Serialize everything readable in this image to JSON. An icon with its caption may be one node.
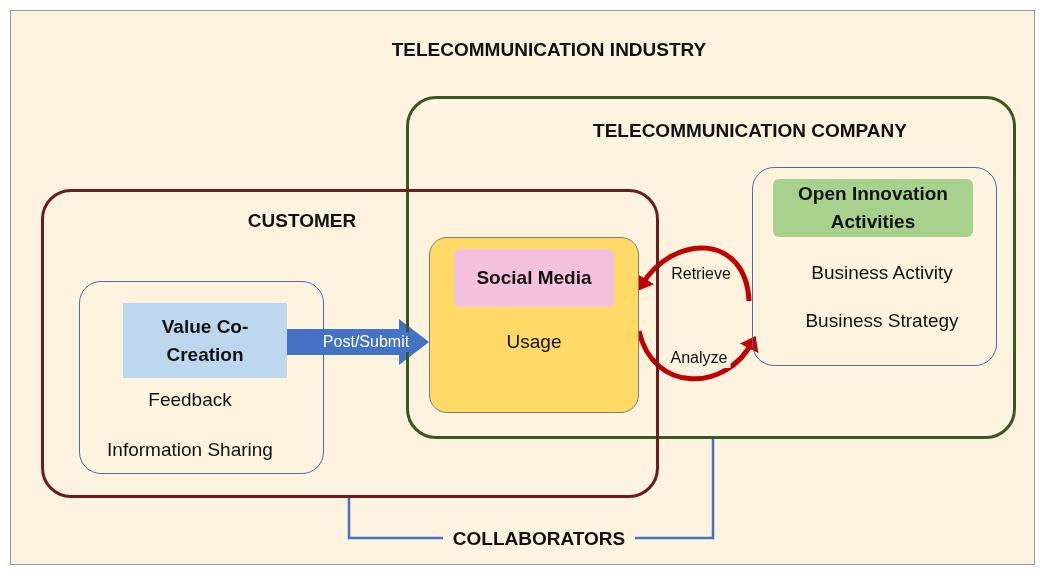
{
  "diagram": {
    "nodes": [
      {
        "text": [
          "TELECOMMUNICATION INDUSTRY"
        ]
      },
      {
        "text": [
          "TELECOMMUNICATION COMPANY"
        ],
        "in": 0
      },
      {
        "text": [
          "CUSTOMER"
        ],
        "in": 0
      },
      {
        "text": [
          "Feedback",
          "Information Sharing"
        ],
        "in": 2
      },
      {
        "text": [
          "Value Co-Creation"
        ],
        "in": 3
      },
      {
        "text": [
          "Usage"
        ]
      },
      {
        "text": [
          "Social Media"
        ],
        "in": 5
      },
      {
        "text": [
          "Business Activity",
          "Business Strategy"
        ],
        "in": 1
      },
      {
        "text": [
          "Open Innovation Activities"
        ],
        "in": 7
      },
      {
        "text": [
          "COLLABORATORS"
        ],
        "in": 0
      }
    ],
    "edges": [
      {
        "from": 4,
        "to": 5,
        "arrow": "to",
        "label": "Post/Submit",
        "style": "thick"
      },
      {
        "from": 7,
        "to": 5,
        "arrow": "to",
        "label": "Retrieve",
        "color": "#c00000"
      },
      {
        "from": 5,
        "to": 7,
        "arrow": "to",
        "label": "Analyze",
        "color": "#c00000"
      },
      {
        "from": 2,
        "to": 9,
        "arrow": "none"
      },
      {
        "from": 1,
        "to": 9,
        "arrow": "none"
      }
    ]
  }
}
